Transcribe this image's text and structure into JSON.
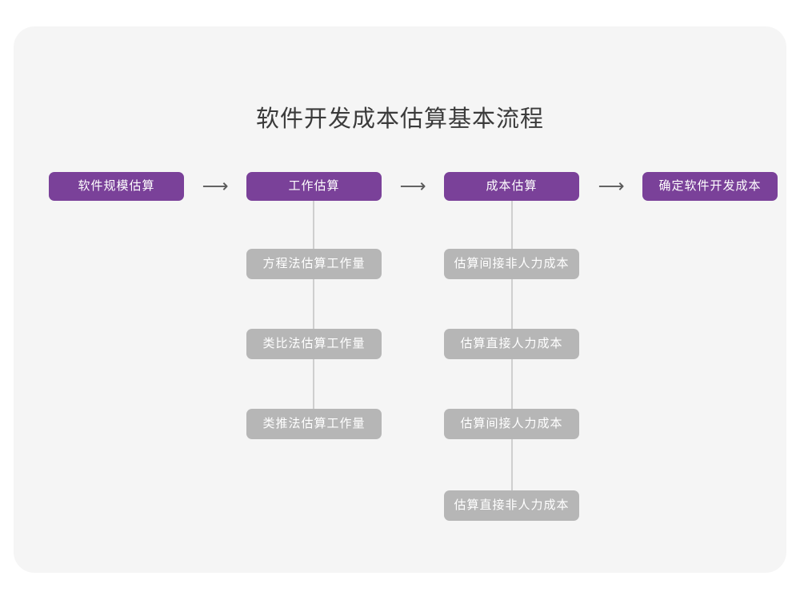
{
  "diagram": {
    "title": "软件开发成本估算基本流程",
    "background_color": "#f5f5f5",
    "stage_color": "#7a4199",
    "substep_color": "#b6b6b6",
    "arrow_glyph": "⟶",
    "stages": [
      {
        "label": "软件规模估算"
      },
      {
        "label": "工作估算"
      },
      {
        "label": "成本估算"
      },
      {
        "label": "确定软件开发成本"
      }
    ],
    "arrows": [
      {
        "glyph": "⟶"
      },
      {
        "glyph": "⟶"
      },
      {
        "glyph": "⟶"
      }
    ],
    "columns": [
      {
        "parent": "工作估算",
        "substeps": [
          {
            "label": "方程法估算工作量"
          },
          {
            "label": "类比法估算工作量"
          },
          {
            "label": "类推法估算工作量"
          }
        ]
      },
      {
        "parent": "成本估算",
        "substeps": [
          {
            "label": "估算间接非人力成本"
          },
          {
            "label": "估算直接人力成本"
          },
          {
            "label": "估算间接人力成本"
          },
          {
            "label": "估算直接非人力成本"
          }
        ]
      }
    ]
  }
}
